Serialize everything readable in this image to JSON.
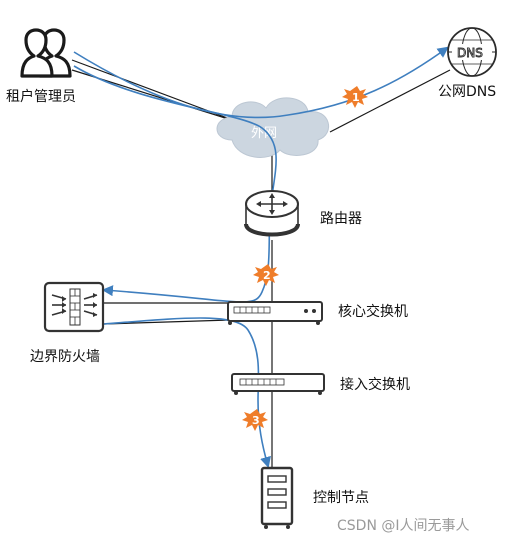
{
  "nodes": {
    "tenant_admin": "租户管理员",
    "public_dns": "公网DNS",
    "dns_icon_text": "DNS",
    "internet": "外网",
    "router": "路由器",
    "core_switch": "核心交换机",
    "border_firewall": "边界防火墙",
    "access_switch": "接入交换机",
    "control_node": "控制节点"
  },
  "steps": [
    "1",
    "2",
    "3"
  ],
  "colors": {
    "flow": "#3f7fbf",
    "badge": "#ef7d2a",
    "cloud": "#cfd8e2",
    "device": "#3f3f3f"
  },
  "watermark": "CSDN @I人间无事人"
}
